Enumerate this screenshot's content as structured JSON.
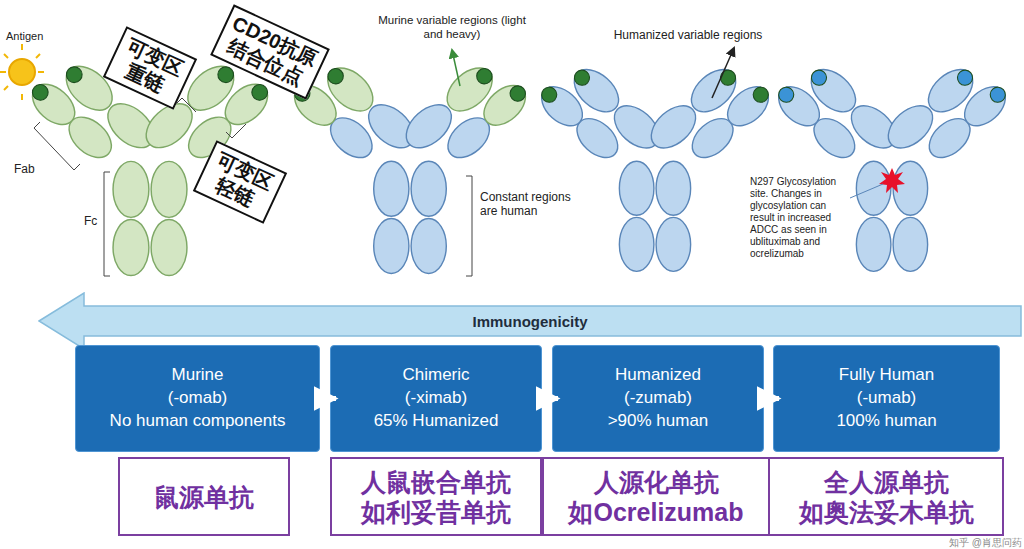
{
  "diagram": {
    "nodes": [
      {
        "text": [
          "可变区重链"
        ]
      },
      {
        "text": [
          "CD20抗原结合位点"
        ]
      },
      {
        "text": [
          "可变区轻链"
        ]
      },
      {
        "text": [
          "Immunogenicity"
        ]
      },
      {
        "text": [
          "Murine",
          "(-omab)",
          "No human components"
        ]
      },
      {
        "text": [
          "Chimeric",
          "(-ximab)",
          "65% Humanized"
        ]
      },
      {
        "text": [
          "Humanized",
          "(-zumab)",
          ">90% human"
        ]
      },
      {
        "text": [
          "Fully Human",
          "(-umab)",
          "100% human"
        ]
      },
      {
        "text": [
          "鼠源单抗"
        ]
      },
      {
        "text": [
          "人鼠嵌合单抗",
          "如利妥昔单抗"
        ]
      },
      {
        "text": [
          "人源化单抗",
          "如Ocrelizumab"
        ]
      },
      {
        "text": [
          "全人源单抗",
          "如奥法妥木单抗"
        ]
      }
    ],
    "edges": [
      {
        "from": 4,
        "to": 5,
        "arrow": "to"
      },
      {
        "from": 5,
        "to": 6,
        "arrow": "to"
      },
      {
        "from": 6,
        "to": 7,
        "arrow": "to"
      }
    ],
    "labels": [
      "Antigen",
      "Fab",
      "Fc",
      "Murine variable regions (light and heavy)",
      "Constant regions are human",
      "Humanized variable regions",
      "N297 Glycosylation site. Changes in glycosylation can result in increased ADCC as seen in ublituximab and ocrelizumab",
      "知乎 @肖思问药"
    ]
  }
}
